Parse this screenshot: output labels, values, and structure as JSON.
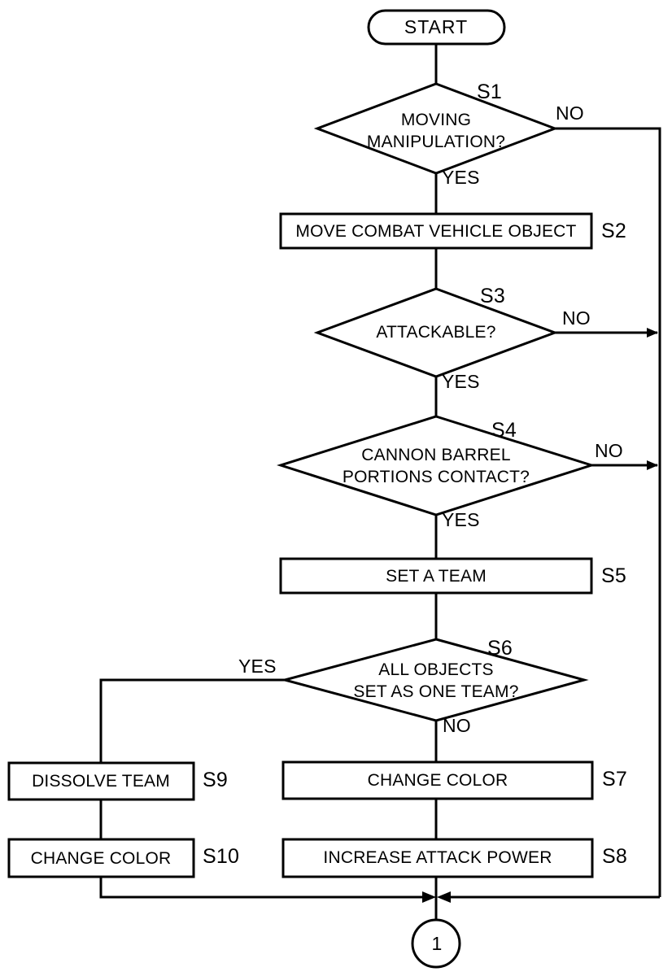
{
  "diagram": {
    "title_text": "",
    "type": "flowchart",
    "stroke_color": "#000000",
    "background_color": "#ffffff",
    "terminators": [
      {
        "id": "start",
        "label": "START",
        "shape": "stadium"
      }
    ],
    "connectors": [
      {
        "id": "conn-1",
        "label": "1",
        "shape": "circle"
      }
    ],
    "decisions": [
      {
        "id": "s1",
        "step": "S1",
        "lines": [
          "MOVING",
          "MANIPULATION?"
        ],
        "yes_label": "YES",
        "no_label": "NO"
      },
      {
        "id": "s3",
        "step": "S3",
        "lines": [
          "ATTACKABLE?"
        ],
        "yes_label": "YES",
        "no_label": "NO"
      },
      {
        "id": "s4",
        "step": "S4",
        "lines": [
          "CANNON BARREL",
          "PORTIONS CONTACT?"
        ],
        "yes_label": "YES",
        "no_label": "NO"
      },
      {
        "id": "s6",
        "step": "S6",
        "lines": [
          "ALL OBJECTS",
          "SET AS ONE TEAM?"
        ],
        "yes_label": "YES",
        "no_label": "NO"
      }
    ],
    "processes": [
      {
        "id": "s2",
        "step": "S2",
        "label": "MOVE COMBAT VEHICLE OBJECT"
      },
      {
        "id": "s5",
        "step": "S5",
        "label": "SET A TEAM"
      },
      {
        "id": "s7",
        "step": "S7",
        "label": "CHANGE COLOR"
      },
      {
        "id": "s8",
        "step": "S8",
        "label": "INCREASE ATTACK POWER"
      },
      {
        "id": "s9",
        "step": "S9",
        "label": "DISSOLVE TEAM"
      },
      {
        "id": "s10",
        "step": "S10",
        "label": "CHANGE COLOR"
      }
    ]
  }
}
